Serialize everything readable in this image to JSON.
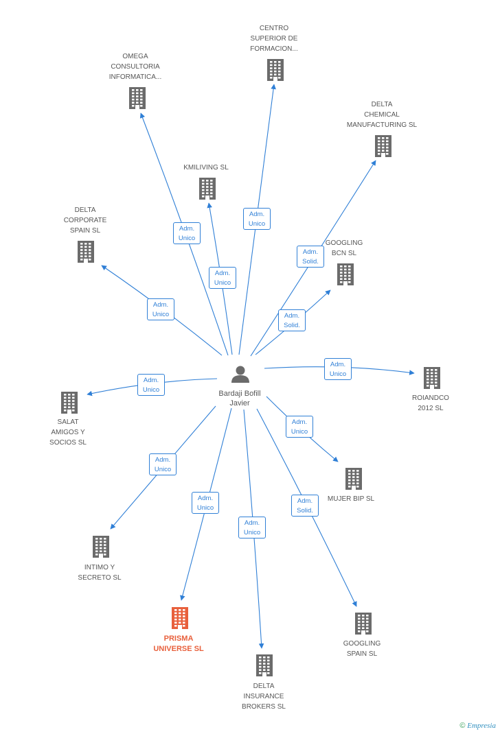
{
  "person": {
    "name": "Bardaji Bofill\nJavier"
  },
  "companies": [
    {
      "id": "omega",
      "name": "OMEGA\nCONSULTORIA\nINFORMATICA..."
    },
    {
      "id": "centro",
      "name": "CENTRO\nSUPERIOR DE\nFORMACION..."
    },
    {
      "id": "delta_chem",
      "name": "DELTA\nCHEMICAL\nMANUFACTURING SL"
    },
    {
      "id": "kmiliving",
      "name": "KMILIVING SL"
    },
    {
      "id": "delta_corp",
      "name": "DELTA\nCORPORATE\nSPAIN SL"
    },
    {
      "id": "googling_bcn",
      "name": "GOOGLING\nBCN SL"
    },
    {
      "id": "roiandco",
      "name": "ROIANDCO\n2012 SL"
    },
    {
      "id": "salat",
      "name": "SALAT\nAMIGOS Y\nSOCIOS SL"
    },
    {
      "id": "mujer",
      "name": "MUJER BIP SL"
    },
    {
      "id": "intimo",
      "name": "INTIMO Y\nSECRETO SL"
    },
    {
      "id": "prisma",
      "name": "PRISMA\nUNIVERSE  SL",
      "focus": true
    },
    {
      "id": "delta_ins",
      "name": "DELTA\nINSURANCE\nBROKERS  SL"
    },
    {
      "id": "googling_spain",
      "name": "GOOGLING\nSPAIN SL"
    }
  ],
  "edges": [
    {
      "to": "omega",
      "label": "Adm.\nUnico"
    },
    {
      "to": "centro",
      "label": "Adm.\nUnico"
    },
    {
      "to": "delta_chem",
      "label": "Adm.\nSolid."
    },
    {
      "to": "kmiliving",
      "label": "Adm.\nUnico"
    },
    {
      "to": "delta_corp",
      "label": "Adm.\nUnico"
    },
    {
      "to": "googling_bcn",
      "label": "Adm.\nSolid."
    },
    {
      "to": "roiandco",
      "label": "Adm.\nUnico"
    },
    {
      "to": "salat",
      "label": "Adm.\nUnico"
    },
    {
      "to": "mujer",
      "label": "Adm.\nUnico"
    },
    {
      "to": "intimo",
      "label": "Adm.\nUnico"
    },
    {
      "to": "prisma",
      "label": "Adm.\nUnico"
    },
    {
      "to": "delta_ins",
      "label": "Adm.\nUnico"
    },
    {
      "to": "googling_spain",
      "label": "Adm.\nSolid."
    }
  ],
  "colors": {
    "edge": "#2f7fd6",
    "building": "#6b6b6b",
    "focus": "#e8603c",
    "person": "#6b6b6b"
  },
  "footer": {
    "copyright": "©",
    "brand": "Empresia"
  }
}
